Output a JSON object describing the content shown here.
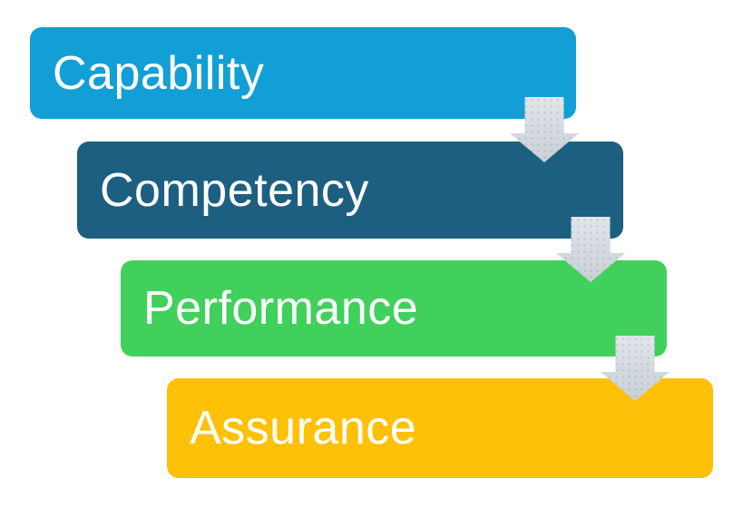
{
  "diagram": {
    "type": "cascading-step-diagram",
    "background_color": "#FFFFFF",
    "arrow_color": "#D6DDE2",
    "text_color": "#FFFFFF",
    "steps": [
      {
        "label": "Capability",
        "color": "#129FD6"
      },
      {
        "label": "Competency",
        "color": "#1D5F80"
      },
      {
        "label": "Performance",
        "color": "#41D05C"
      },
      {
        "label": "Assurance",
        "color": "#FFC107"
      }
    ],
    "connectors": [
      {
        "name": "capability-to-competency",
        "direction": "down"
      },
      {
        "name": "competency-to-performance",
        "direction": "down"
      },
      {
        "name": "performance-to-assurance",
        "direction": "down"
      }
    ]
  }
}
